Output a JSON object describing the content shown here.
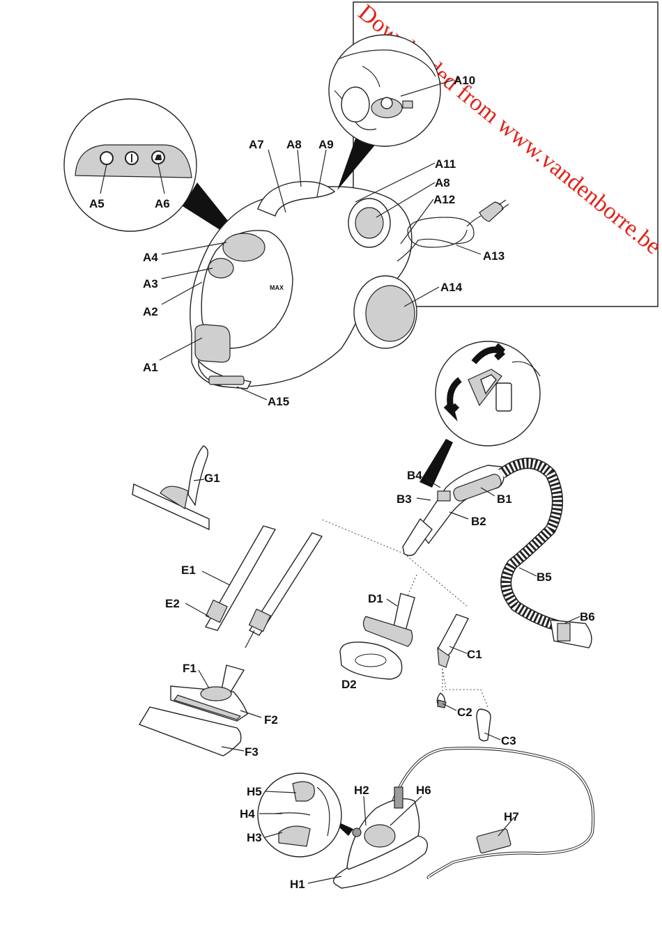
{
  "watermark": "Downloaded from www.vandenborre.be",
  "panel_max_label": "MAX",
  "labels": {
    "A1": "A1",
    "A2": "A2",
    "A3": "A3",
    "A4": "A4",
    "A5": "A5",
    "A6": "A6",
    "A7": "A7",
    "A8_top": "A8",
    "A8_side": "A8",
    "A9": "A9",
    "A10": "A10",
    "A11": "A11",
    "A12": "A12",
    "A13": "A13",
    "A14": "A14",
    "A15": "A15",
    "B1": "B1",
    "B2": "B2",
    "B3": "B3",
    "B4": "B4",
    "B5": "B5",
    "B6": "B6",
    "C1": "C1",
    "C2": "C2",
    "C3": "C3",
    "D1": "D1",
    "D2": "D2",
    "E1": "E1",
    "E2": "E2",
    "F1": "F1",
    "F2": "F2",
    "F3": "F3",
    "G1": "G1",
    "H1": "H1",
    "H2": "H2",
    "H3": "H3",
    "H4": "H4",
    "H5": "H5",
    "H6": "H6",
    "H7": "H7"
  }
}
